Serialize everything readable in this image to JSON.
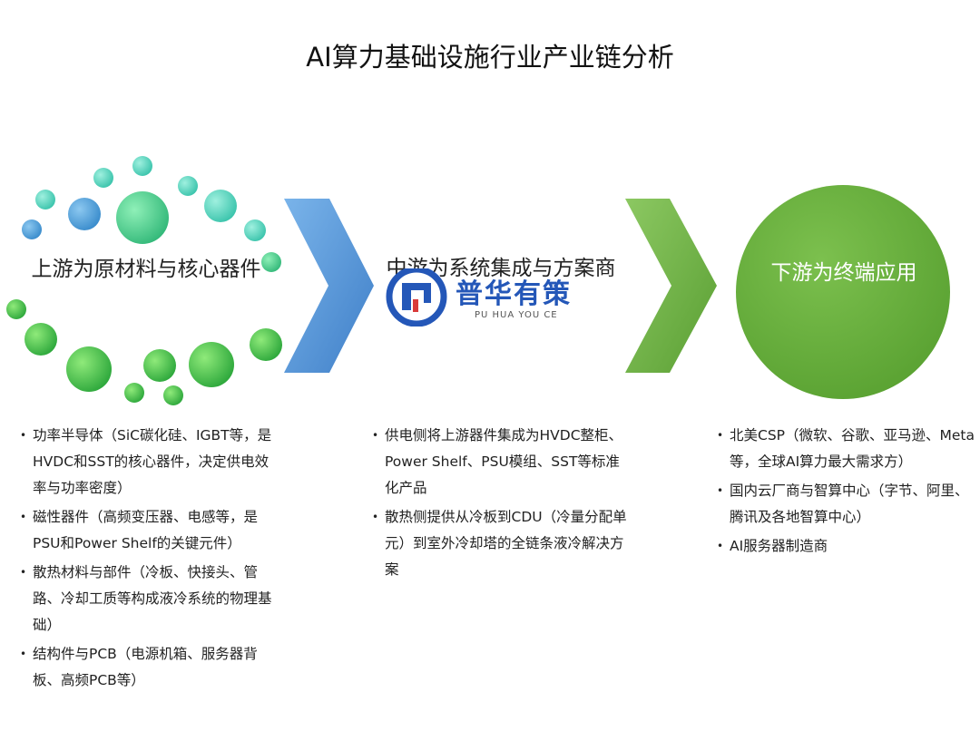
{
  "title": "AI算力基础设施行业产业链分析",
  "stages": {
    "upstream": {
      "label": "上游为原材料与核心器件",
      "items": [
        "功率半导体（SiC碳化硅、IGBT等，是HVDC和SST的核心器件，决定供电效率与功率密度）",
        "磁性器件（高频变压器、电感等，是PSU和Power Shelf的关键元件）",
        "散热材料与部件（冷板、快接头、管路、冷却工质等构成液冷系统的物理基础）",
        "结构件与PCB（电源机箱、服务器背板、高频PCB等）"
      ]
    },
    "midstream": {
      "label": "中游为系统集成与方案商",
      "items": [
        "供电侧将上游器件集成为HVDC整柜、Power Shelf、PSU模组、SST等标准化产品",
        "散热侧提供从冷板到CDU（冷量分配单元）到室外冷却塔的全链条液冷解决方案"
      ]
    },
    "downstream": {
      "label": "下游为终端应用",
      "items": [
        "北美CSP（微软、谷歌、亚马逊、Meta等，全球AI算力最大需求方）",
        "国内云厂商与智算中心（字节、阿里、腾讯及各地智算中心）",
        "AI服务器制造商"
      ]
    }
  },
  "watermark": {
    "name": "普华有策",
    "sub": "PU HUA YOU CE"
  },
  "colors": {
    "arrow_blue": "#4a8fd8",
    "arrow_green": "#6aad3e",
    "circle_green": "#62ab3a"
  }
}
